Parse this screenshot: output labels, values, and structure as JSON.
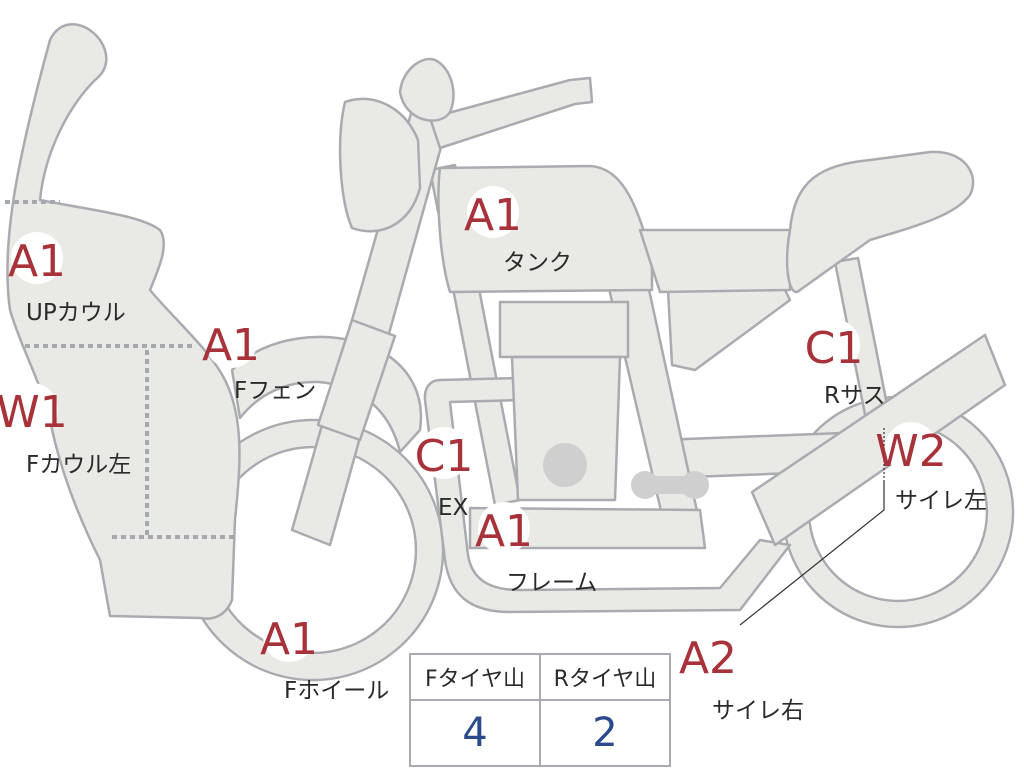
{
  "markers": [
    {
      "id": "up-cowl",
      "grade": "A1",
      "label": "UPカウル"
    },
    {
      "id": "f-cowl-left",
      "grade": "W1",
      "label": "Fカウル左"
    },
    {
      "id": "f-fender",
      "grade": "A1",
      "label": "Fフェン"
    },
    {
      "id": "tank",
      "grade": "A1",
      "label": "タンク"
    },
    {
      "id": "ex",
      "grade": "C1",
      "label": "EX"
    },
    {
      "id": "frame",
      "grade": "A1",
      "label": "フレーム"
    },
    {
      "id": "f-wheel",
      "grade": "A1",
      "label": "Fホイール"
    },
    {
      "id": "r-sus",
      "grade": "C1",
      "label": "Rサス"
    },
    {
      "id": "muffler-left",
      "grade": "W2",
      "label": "サイレ左"
    },
    {
      "id": "muffler-right",
      "grade": "A2",
      "label": "サイレ右"
    }
  ],
  "tire_table": {
    "headers": [
      "Fタイヤ山",
      "Rタイヤ山"
    ],
    "values": [
      "4",
      "2"
    ]
  },
  "colors": {
    "part_fill": "#e9e9e6",
    "part_outline": "#a9abb0",
    "grade": "#a8323a",
    "tire_value": "#2b4a8c"
  }
}
